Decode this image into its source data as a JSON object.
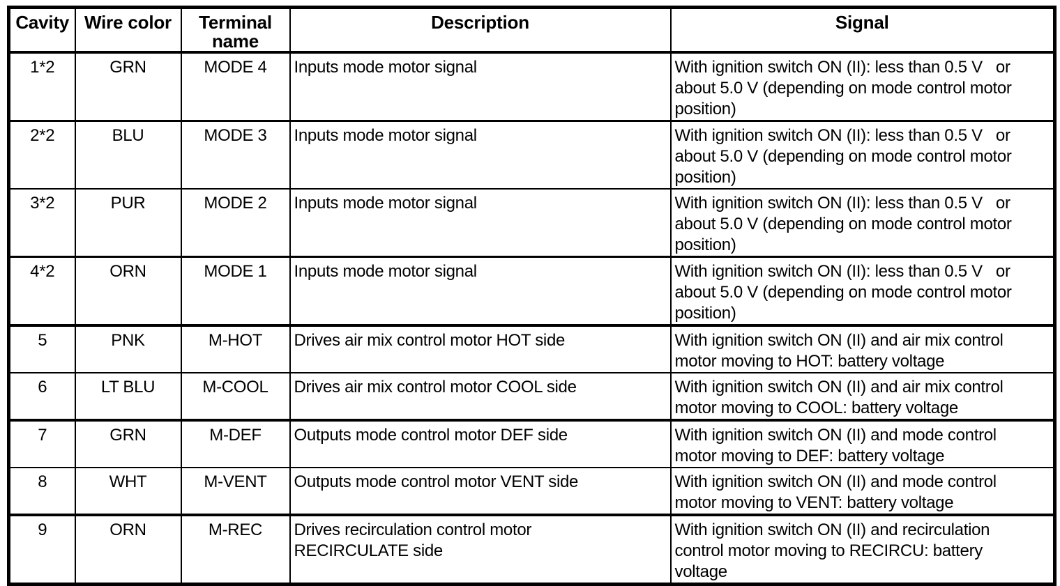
{
  "colors": {
    "border": "#000000",
    "background": "#ffffff",
    "text": "#000000"
  },
  "table": {
    "headers": {
      "cavity": "Cavity",
      "wire_color": "Wire color",
      "terminal_name": "Terminal\nname",
      "description": "Description",
      "signal": "Signal"
    },
    "rows": [
      {
        "cavity": "1*2",
        "wire_color": "GRN",
        "terminal_name": "MODE 4",
        "description": "Inputs mode motor signal",
        "signal": "With ignition switch ON (II): less than 0.5 V   or\nabout 5.0 V (depending on mode control motor\nposition)"
      },
      {
        "cavity": "2*2",
        "wire_color": "BLU",
        "terminal_name": "MODE 3",
        "description": "Inputs mode motor signal",
        "signal": "With ignition switch ON (II): less than 0.5 V   or\nabout 5.0 V (depending on mode control motor\nposition)"
      },
      {
        "cavity": "3*2",
        "wire_color": "PUR",
        "terminal_name": "MODE 2",
        "description": "Inputs mode motor signal",
        "signal": "With ignition switch ON (II): less than 0.5 V   or\nabout 5.0 V (depending on mode control motor\nposition)"
      },
      {
        "cavity": "4*2",
        "wire_color": "ORN",
        "terminal_name": "MODE 1",
        "description": "Inputs mode motor signal",
        "signal": "With ignition switch ON (II): less than 0.5 V   or\nabout 5.0 V (depending on mode control motor\nposition)"
      },
      {
        "cavity": "5",
        "wire_color": "PNK",
        "terminal_name": "M-HOT",
        "description": "Drives air mix control motor HOT side",
        "signal": "With ignition switch ON (II) and air mix control\nmotor moving to HOT: battery voltage"
      },
      {
        "cavity": "6",
        "wire_color": "LT BLU",
        "terminal_name": "M-COOL",
        "description": "Drives air mix control motor COOL side",
        "signal": "With ignition switch ON (II) and air mix control\nmotor moving to COOL: battery voltage"
      },
      {
        "cavity": "7",
        "wire_color": "GRN",
        "terminal_name": "M-DEF",
        "description": "Outputs mode control motor DEF side",
        "signal": "With ignition switch ON (II) and mode control\nmotor moving to DEF: battery voltage"
      },
      {
        "cavity": "8",
        "wire_color": "WHT",
        "terminal_name": "M-VENT",
        "description": "Outputs mode control motor VENT side",
        "signal": "With ignition switch ON (II) and mode control\nmotor moving to VENT: battery voltage"
      },
      {
        "cavity": "9",
        "wire_color": "ORN",
        "terminal_name": "M-REC",
        "description": "Drives recirculation control motor\nRECIRCULATE side",
        "signal": "With ignition switch ON (II) and recirculation\ncontrol motor moving to RECIRCU: battery\nvoltage"
      }
    ]
  }
}
